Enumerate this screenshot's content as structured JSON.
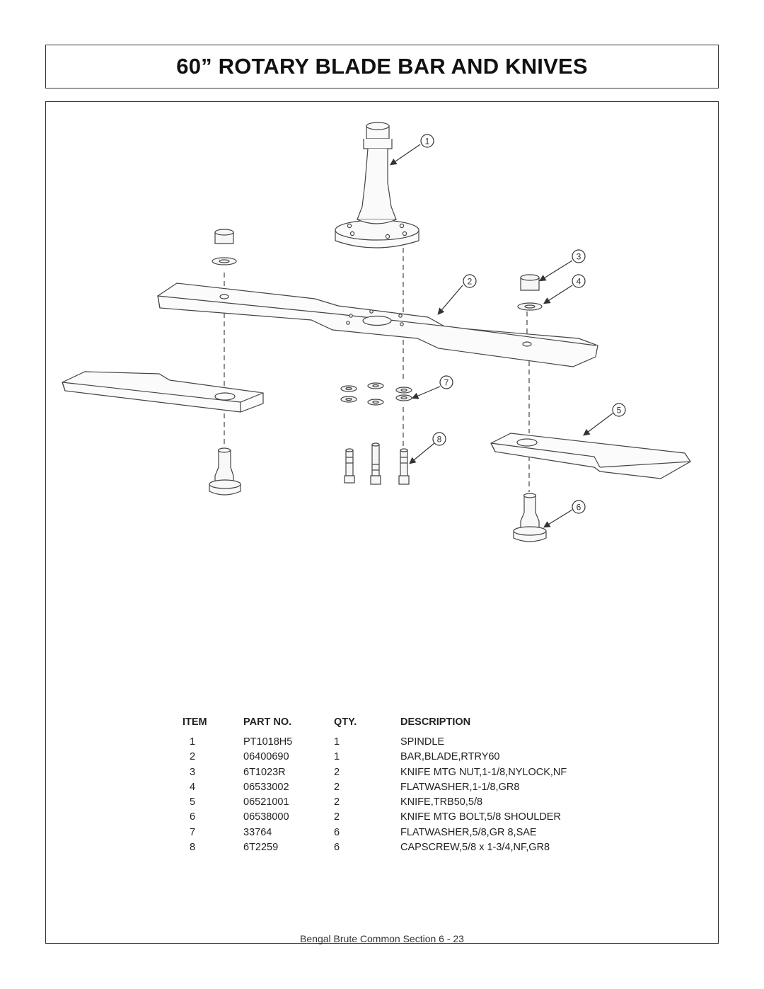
{
  "page": {
    "title": "60” ROTARY BLADE BAR AND KNIVES",
    "footer": "Bengal Brute Common Section  6 - 23"
  },
  "callouts": [
    "1",
    "2",
    "3",
    "4",
    "5",
    "6",
    "7",
    "8"
  ],
  "parts_table": {
    "headers": {
      "item": "ITEM",
      "part_no": "PART NO.",
      "qty": "QTY.",
      "description": "DESCRIPTION"
    },
    "rows": [
      {
        "item": "1",
        "part_no": "PT1018H5",
        "qty": "1",
        "description": "SPINDLE"
      },
      {
        "item": "2",
        "part_no": "06400690",
        "qty": "1",
        "description": "BAR,BLADE,RTRY60"
      },
      {
        "item": "3",
        "part_no": "6T1023R",
        "qty": "2",
        "description": "KNIFE MTG NUT,1-1/8,NYLOCK,NF"
      },
      {
        "item": "4",
        "part_no": "06533002",
        "qty": "2",
        "description": "FLATWASHER,1-1/8,GR8"
      },
      {
        "item": "5",
        "part_no": "06521001",
        "qty": "2",
        "description": "KNIFE,TRB50,5/8"
      },
      {
        "item": "6",
        "part_no": "06538000",
        "qty": "2",
        "description": "KNIFE MTG BOLT,5/8 SHOULDER"
      },
      {
        "item": "7",
        "part_no": "33764",
        "qty": "6",
        "description": "FLATWASHER,5/8,GR 8,SAE"
      },
      {
        "item": "8",
        "part_no": "6T2259",
        "qty": "6",
        "description": "CAPSCREW,5/8 x 1-3/4,NF,GR8"
      }
    ]
  }
}
